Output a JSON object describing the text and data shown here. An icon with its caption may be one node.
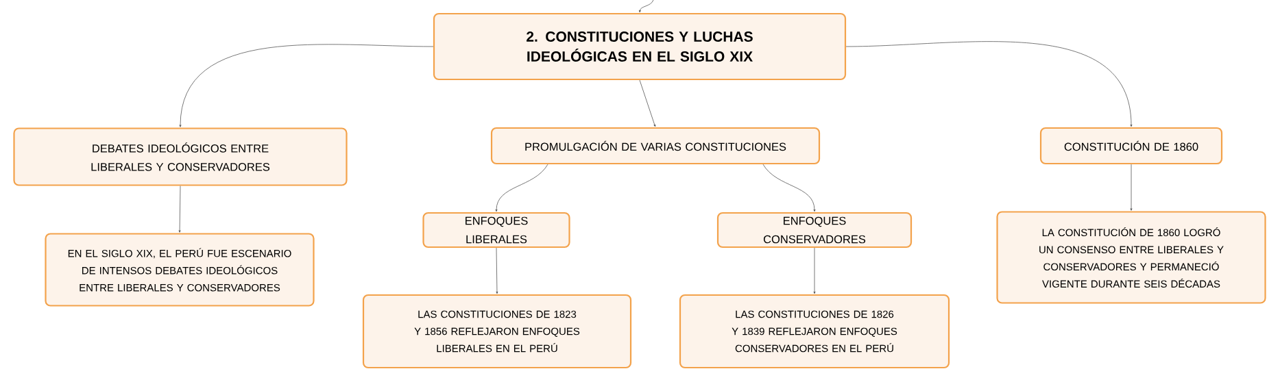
{
  "diagram": {
    "nodes": [
      {
        "text": [
          "2. CONSTITUCIONES Y LUCHAS IDEOLÓGICAS EN EL SIGLO XIX"
        ]
      },
      {
        "text": [
          "DEBATES IDEOLÓGICOS ENTRE LIBERALES Y CONSERVADORES"
        ]
      },
      {
        "text": [
          "PROMULGACIÓN DE VARIAS CONSTITUCIONES"
        ]
      },
      {
        "text": [
          "CONSTITUCIÓN DE 1860"
        ]
      },
      {
        "text": [
          "EN EL SIGLO XIX, EL PERÚ FUE ESCENARIO DE INTENSOS DEBATES IDEOLÓGICOS ENTRE LIBERALES Y CONSERVADORES"
        ]
      },
      {
        "text": [
          "ENFOQUES LIBERALES"
        ]
      },
      {
        "text": [
          "ENFOQUES CONSERVADORES"
        ]
      },
      {
        "text": [
          "LAS CONSTITUCIONES DE 1823 Y 1856 REFLEJARON ENFOQUES LIBERALES EN EL PERÚ"
        ]
      },
      {
        "text": [
          "LAS CONSTITUCIONES DE 1826 Y 1839 REFLEJARON ENFOQUES CONSERVADORES EN EL PERÚ"
        ]
      },
      {
        "text": [
          "LA CONSTITUCIÓN DE 1860 LOGRÓ UN CONSENSO ENTRE LIBERALES Y CONSERVADORES Y PERMANECIÓ VIGENTE DURANTE SEIS DÉCADAS"
        ]
      }
    ],
    "edges": [
      {
        "from": null,
        "to": 0,
        "arrow": "to"
      },
      {
        "from": 0,
        "to": 1,
        "arrow": "to"
      },
      {
        "from": 0,
        "to": 2,
        "arrow": "to"
      },
      {
        "from": 0,
        "to": 3,
        "arrow": "to"
      },
      {
        "from": 1,
        "to": 4,
        "arrow": "to"
      },
      {
        "from": 2,
        "to": 5,
        "arrow": "to"
      },
      {
        "from": 2,
        "to": 6,
        "arrow": "to"
      },
      {
        "from": 5,
        "to": 7,
        "arrow": "to"
      },
      {
        "from": 6,
        "to": 8,
        "arrow": "to"
      },
      {
        "from": 3,
        "to": 9,
        "arrow": "to"
      }
    ]
  }
}
